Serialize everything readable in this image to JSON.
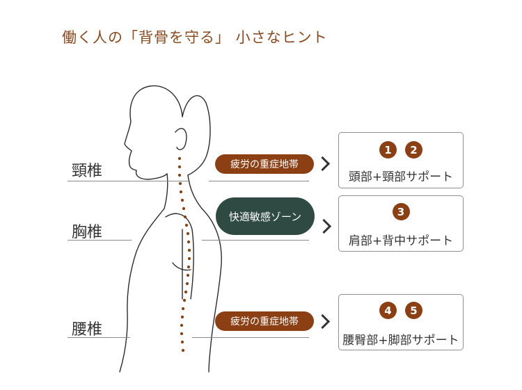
{
  "title": "働く人の「背骨を守る」 小さなヒント",
  "regions": {
    "cervical": "頸椎",
    "thoracic": "胸椎",
    "lumbar": "腰椎"
  },
  "pills": {
    "cervical_stress": "疲労の重症地帯",
    "thoracic_comfort": "快適敏感ゾーン",
    "lumbar_stress": "疲労の重症地帯"
  },
  "support_boxes": [
    {
      "badges": [
        "1",
        "2"
      ],
      "label": "頭部+頸部サポート"
    },
    {
      "badges": [
        "3"
      ],
      "label": "肩部+背中サポート"
    },
    {
      "badges": [
        "4",
        "5"
      ],
      "label": "腰臀部+脚部サポート"
    }
  ],
  "colors": {
    "accent": "#8b3f12",
    "title": "#8a4a1e",
    "comfort_pill": "#2f4a42",
    "text": "#333333",
    "box_border": "#8e8e8e"
  },
  "icons": {
    "arrow": "chevron-right-icon"
  }
}
